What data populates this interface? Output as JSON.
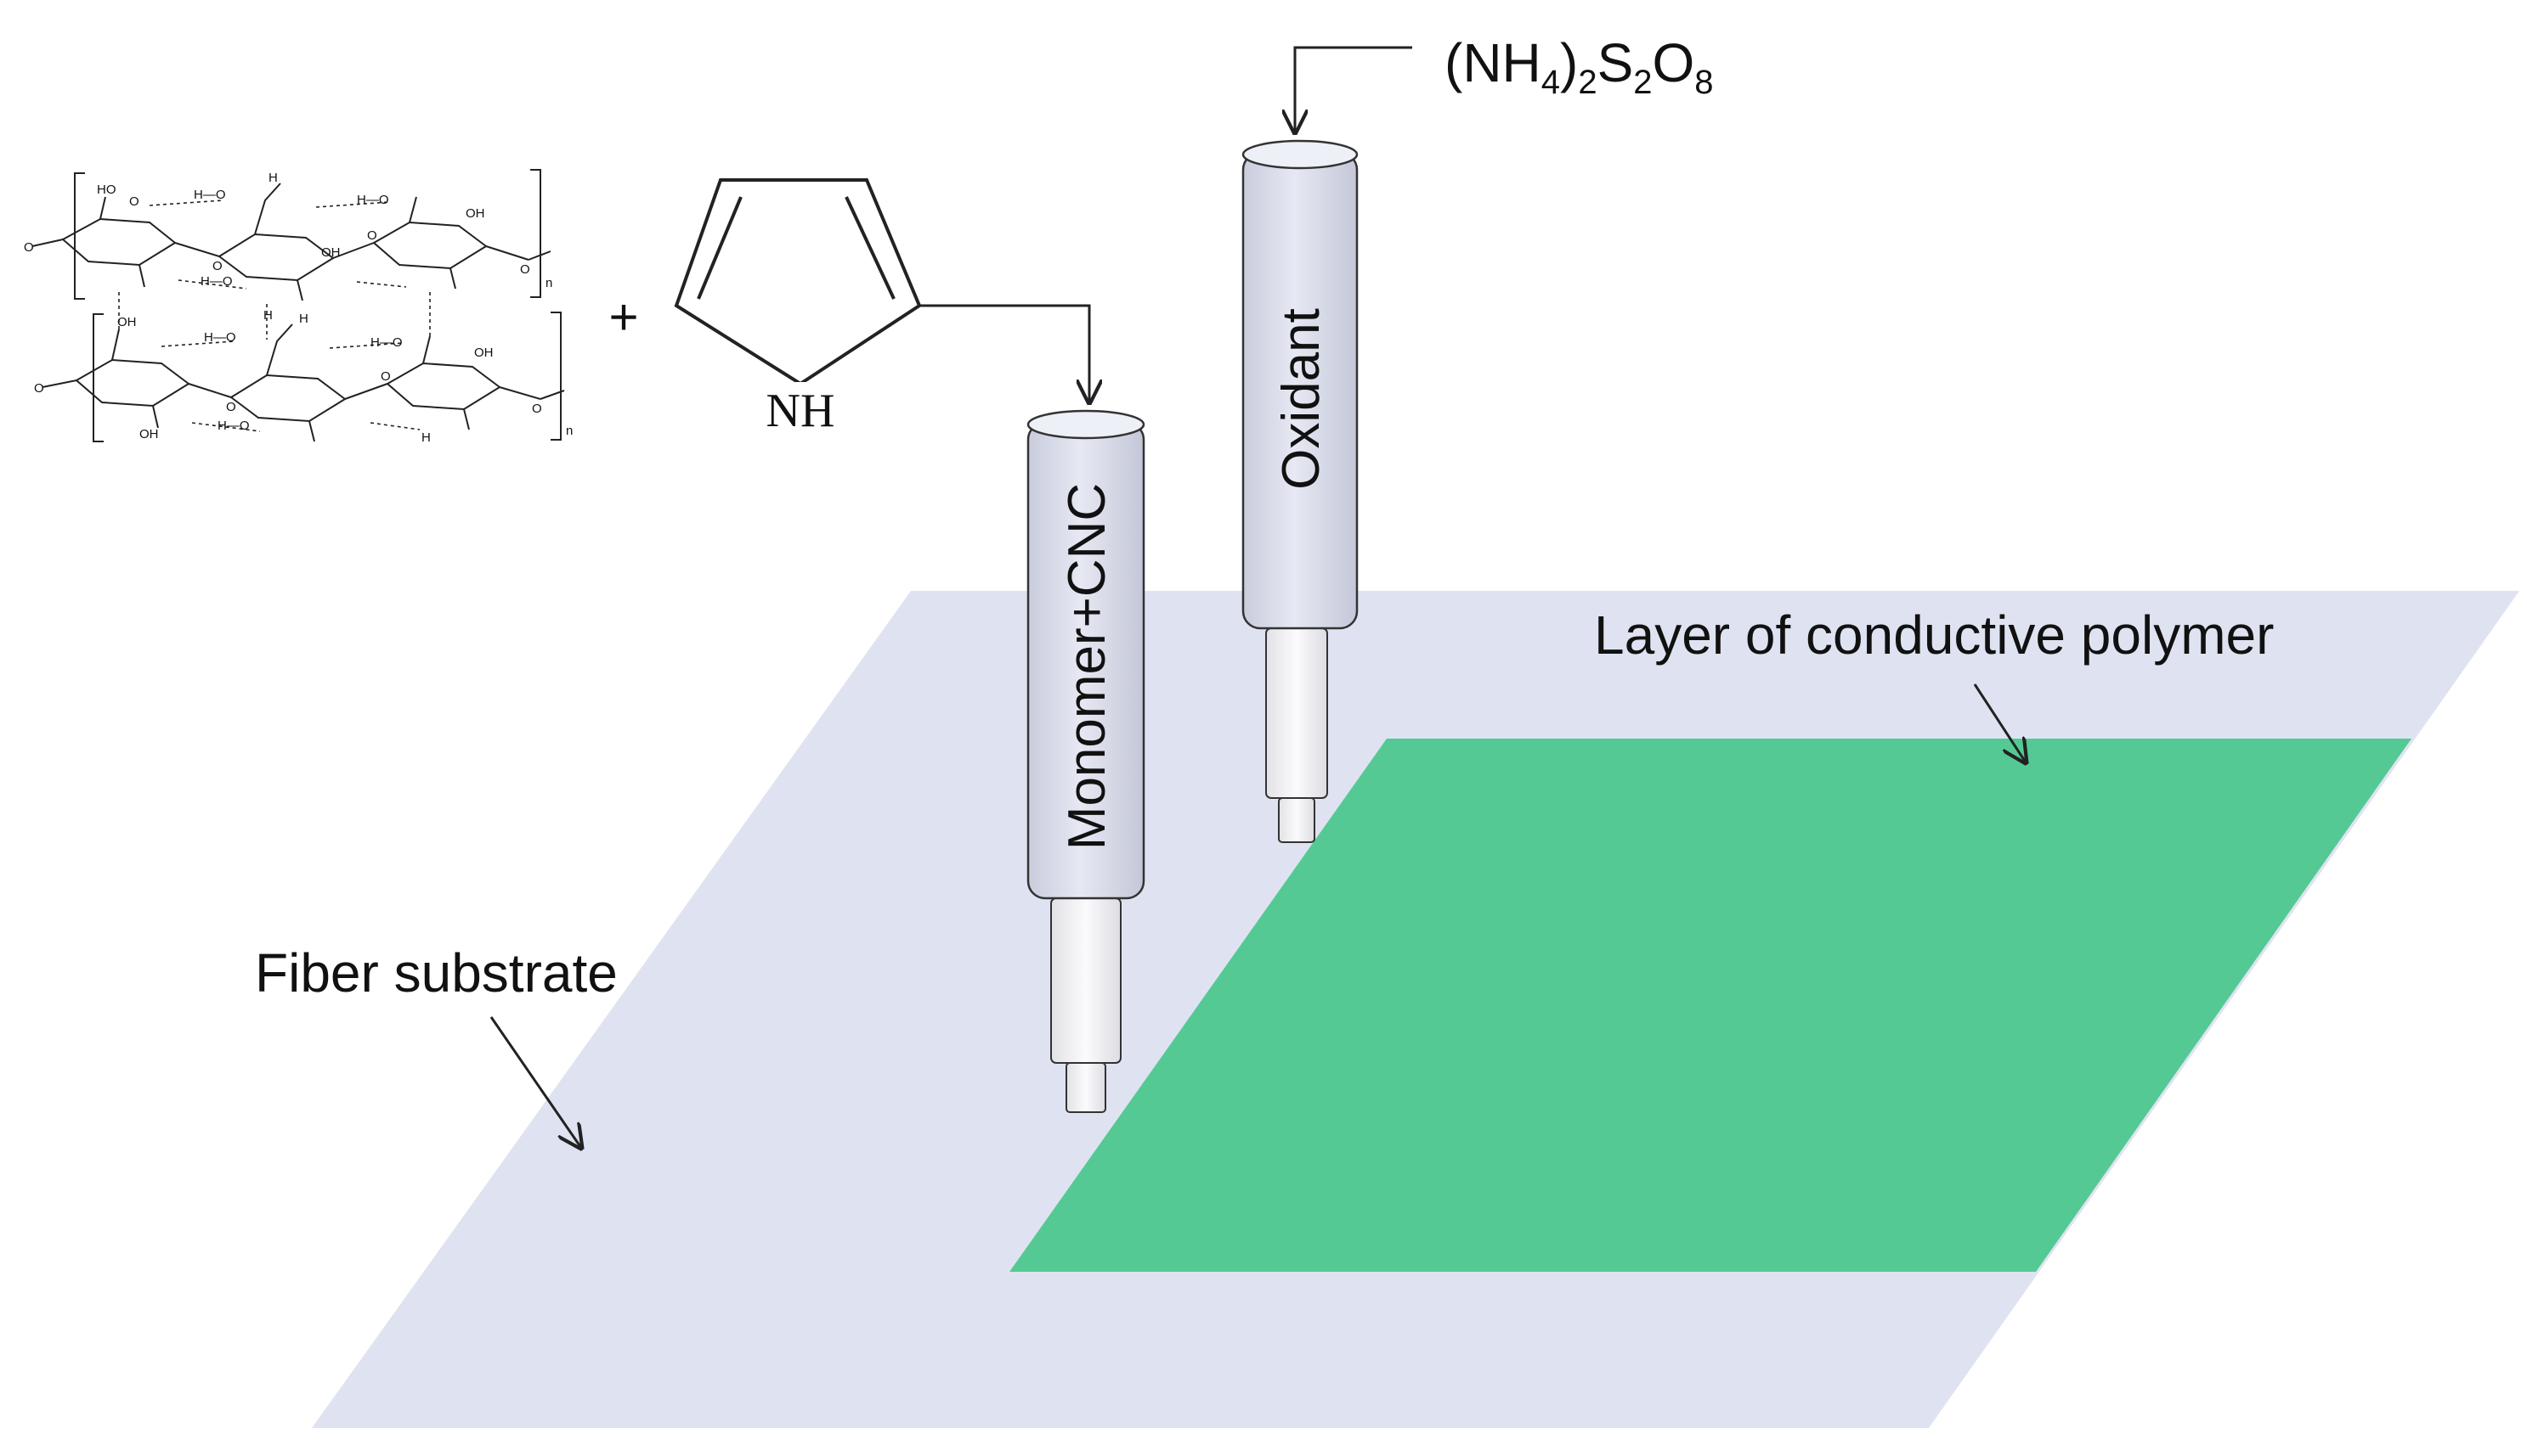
{
  "formula": {
    "prefix": "(NH",
    "sub_4": "4",
    "mid": ")",
    "sub_2a": "2",
    "s": "S",
    "sub_2b": "2",
    "o": "O",
    "sub_8": "8"
  },
  "labels": {
    "oxidant": "Oxidant",
    "monomer_cnc": "Monomer+CNC",
    "fiber_substrate": "Fiber substrate",
    "conductive_layer": "Layer of conductive polymer"
  },
  "pyrrole": {
    "nh": "NH"
  },
  "reaction": {
    "plus": "+"
  },
  "cellulose": {
    "ho": "HO",
    "oh": "OH",
    "o": "O",
    "h": "H",
    "h_bond_o": "H—O",
    "n": "n"
  },
  "colors": {
    "substrate": "#dfe3f1",
    "conductive_layer": "#55c994",
    "syringe_body": "#dde0ee",
    "syringe_outline": "#333333",
    "text": "#111111"
  }
}
